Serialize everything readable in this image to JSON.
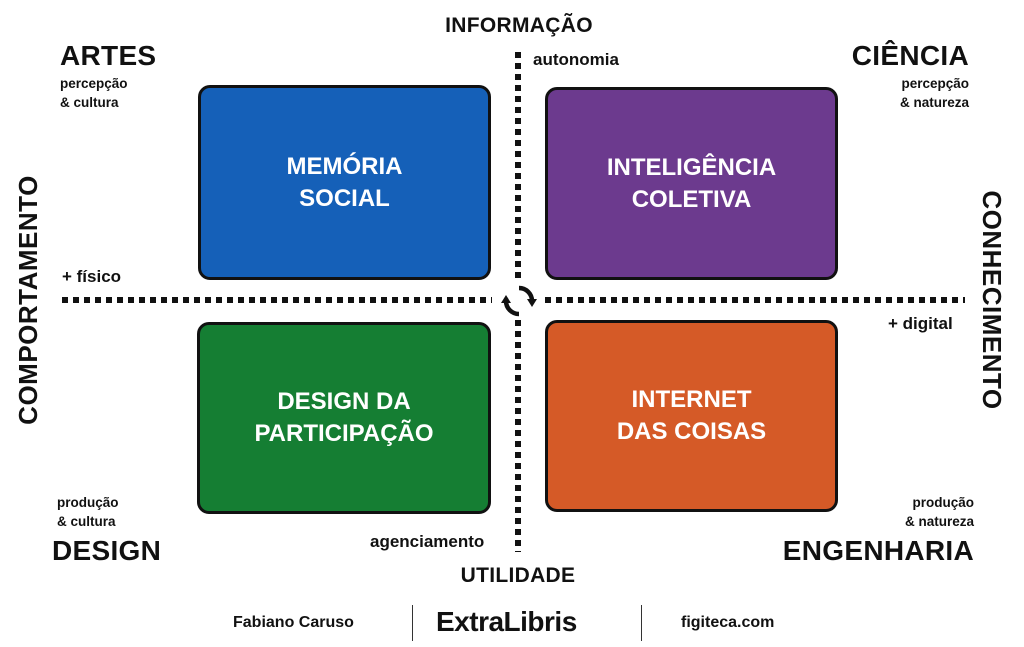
{
  "axes": {
    "top": "INFORMAÇÃO",
    "bottom": "UTILIDADE",
    "left": "COMPORTAMENTO",
    "right": "CONHECIMENTO"
  },
  "axis_labels": {
    "top_right": "autonomia",
    "bottom_left": "agenciamento",
    "left_upper": "+ físico",
    "right_lower": "+ digital"
  },
  "corners": {
    "top_left": {
      "title": "ARTES",
      "sub1": "percepção",
      "sub2": "& cultura"
    },
    "top_right": {
      "title": "CIÊNCIA",
      "sub1": "percepção",
      "sub2": "& natureza"
    },
    "bottom_left": {
      "title": "DESIGN",
      "sub1": "produção",
      "sub2": "& cultura"
    },
    "bottom_right": {
      "title": "ENGENHARIA",
      "sub1": "produção",
      "sub2": "& natureza"
    }
  },
  "quadrants": {
    "top_left": {
      "label": "MEMÓRIA\nSOCIAL",
      "color": "#1560B8"
    },
    "top_right": {
      "label": "INTELIGÊNCIA\nCOLETIVA",
      "color": "#6C3A8E"
    },
    "bottom_left": {
      "label": "DESIGN DA\nPARTICIPAÇÃO",
      "color": "#157E33"
    },
    "bottom_right": {
      "label": "INTERNET\nDAS COISAS",
      "color": "#D55A27"
    }
  },
  "center_icon": "cycle-arrows-icon",
  "footer": {
    "author": "Fabiano Caruso",
    "brand": "ExtraLibris",
    "site": "figiteca.com"
  }
}
